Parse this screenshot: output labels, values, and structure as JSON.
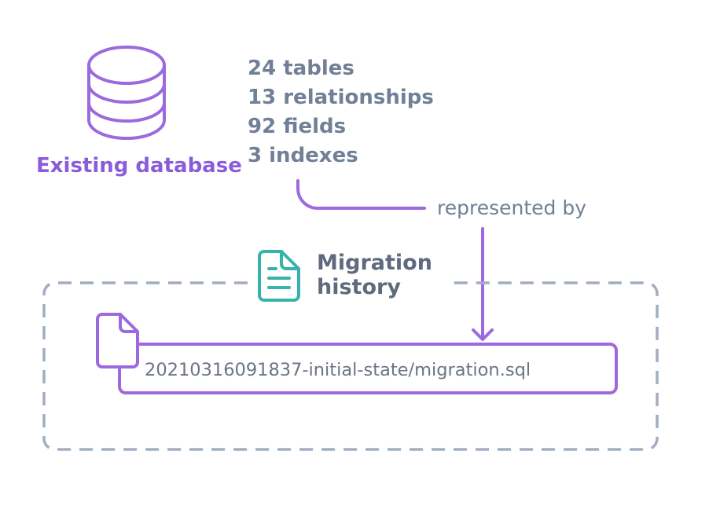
{
  "database": {
    "label": "Existing database",
    "icon": "database-icon"
  },
  "stats": [
    "24 tables",
    "13 relationships",
    "92 fields",
    "3 indexes"
  ],
  "connector_label": "represented by",
  "migration_history": {
    "title_line1": "Migration",
    "title_line2": "history",
    "icon": "document-icon"
  },
  "migration_file": {
    "path": "20210316091837-initial-state/migration.sql",
    "icon": "file-icon"
  },
  "colors": {
    "purple": "#9c6ade",
    "purple_text": "#8a5cd9",
    "teal": "#38b2ac",
    "slate": "#a0aec0",
    "gray_text": "#718096"
  }
}
